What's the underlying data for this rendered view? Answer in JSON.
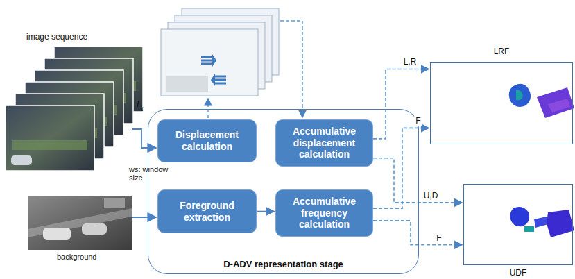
{
  "diagram": {
    "nodes": [
      {
        "text": [
          "D-ADV representation stage"
        ]
      },
      {
        "text": [
          "Displacement calculation"
        ],
        "in": 0
      },
      {
        "text": [
          "Accumulative displacement calculation"
        ],
        "in": 0
      },
      {
        "text": [
          "Foreground extraction"
        ],
        "in": 0
      },
      {
        "text": [
          "Accumulative frequency calculation"
        ],
        "in": 0
      },
      {
        "text": [
          "LRF"
        ]
      },
      {
        "text": [
          "UDF"
        ]
      }
    ],
    "edges": [
      {
        "from": 3,
        "to": 4,
        "arrow": "to"
      },
      {
        "from": 2,
        "to": 5,
        "label": "L,R",
        "arrow": "to"
      },
      {
        "from": 4,
        "to": 5,
        "label": "F",
        "arrow": "to"
      },
      {
        "from": 2,
        "to": 6,
        "label": "U,D",
        "arrow": "to"
      },
      {
        "from": 4,
        "to": 6,
        "label": "F",
        "arrow": "to"
      }
    ],
    "labels": [
      "image sequence",
      "I",
      "t",
      "ws: window size",
      "background"
    ]
  }
}
